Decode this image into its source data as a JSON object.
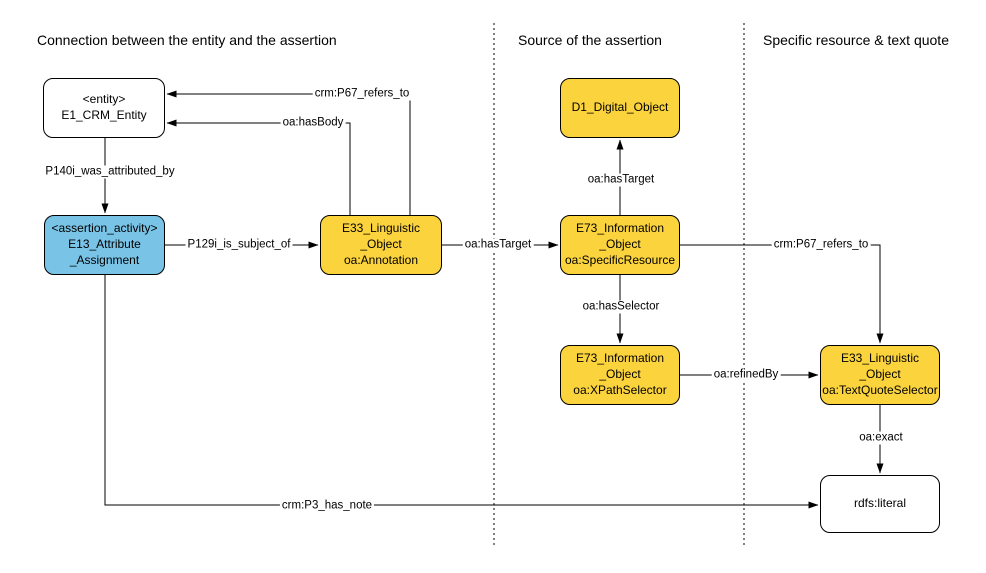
{
  "regions": [
    {
      "title": "Connection between the entity and the assertion"
    },
    {
      "title": "Source of the assertion"
    },
    {
      "title": "Specific resource & text quote"
    }
  ],
  "colors": {
    "node_yellow": "#FBD33D",
    "node_blue": "#79C3E6",
    "node_white": "#FFFFFF",
    "stroke": "#000000"
  },
  "nodes": {
    "e1_crm_entity": {
      "label": "<entity>\nE1_CRM_Entity"
    },
    "e13_attribute_assignment": {
      "label": "<assertion_activity>\nE13_Attribute\n_Assignment"
    },
    "e33_annotation": {
      "label": "E33_Linguistic\n_Object\noa:Annotation"
    },
    "d1_digital_object": {
      "label": "D1_Digital_Object"
    },
    "e73_specific_resource": {
      "label": "E73_Information\n_Object\noa:SpecificResource"
    },
    "e73_xpath_selector": {
      "label": "E73_Information\n_Object\noa:XPathSelector"
    },
    "e33_text_quote_selector": {
      "label": "E33_Linguistic\n_Object\noa:TextQuoteSelector"
    },
    "rdfs_literal": {
      "label": "rdfs:literal"
    }
  },
  "edges": {
    "p67_refers_to_top": {
      "label": "crm:P67_refers_to"
    },
    "has_body": {
      "label": "oa:hasBody"
    },
    "p140i_was_attributed_by": {
      "label": "P140i_was_attributed_by"
    },
    "p129i_is_subject_of": {
      "label": "P129i_is_subject_of"
    },
    "has_target_horizontal": {
      "label": "oa:hasTarget"
    },
    "has_target_vertical": {
      "label": "oa:hasTarget"
    },
    "has_selector": {
      "label": "oa:hasSelector"
    },
    "p67_refers_to_right": {
      "label": "crm:P67_refers_to"
    },
    "refined_by": {
      "label": "oa:refinedBy"
    },
    "exact": {
      "label": "oa:exact"
    },
    "p3_has_note": {
      "label": "crm:P3_has_note"
    }
  }
}
